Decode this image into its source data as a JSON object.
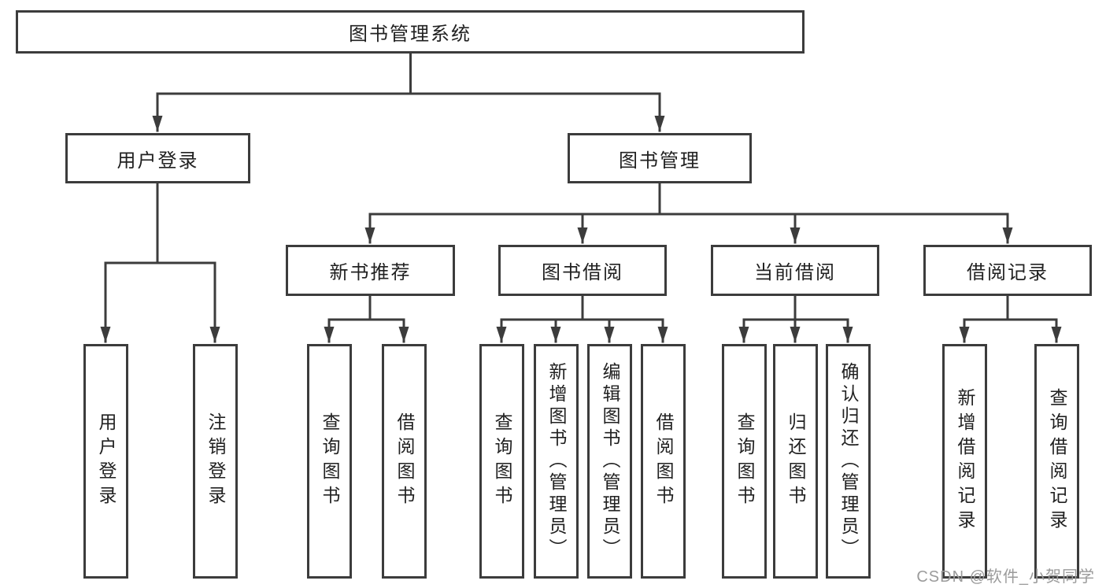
{
  "colors": {
    "line": "#3c3c3c",
    "text": "#212121",
    "watermark": "#9b9b9b",
    "background": "#ffffff"
  },
  "root": {
    "label": "图书管理系统"
  },
  "branches": {
    "user_login": {
      "label": "用户登录",
      "children": [
        {
          "label": "用户登录"
        },
        {
          "label": "注销登录"
        }
      ]
    },
    "book_management": {
      "label": "图书管理",
      "sections": [
        {
          "label": "新书推荐",
          "children": [
            {
              "label": "查询图书"
            },
            {
              "label": "借阅图书"
            }
          ]
        },
        {
          "label": "图书借阅",
          "children": [
            {
              "label": "查询图书"
            },
            {
              "label": "新增图书（管理员）"
            },
            {
              "label": "编辑图书（管理员）"
            },
            {
              "label": "借阅图书"
            }
          ]
        },
        {
          "label": "当前借阅",
          "children": [
            {
              "label": "查询图书"
            },
            {
              "label": "归还图书"
            },
            {
              "label": "确认归还（管理员）"
            }
          ]
        },
        {
          "label": "借阅记录",
          "children": [
            {
              "label": "新增借阅记录"
            },
            {
              "label": "查询借阅记录"
            }
          ]
        }
      ]
    }
  },
  "watermark": "CSDN @软件_小贺同学"
}
